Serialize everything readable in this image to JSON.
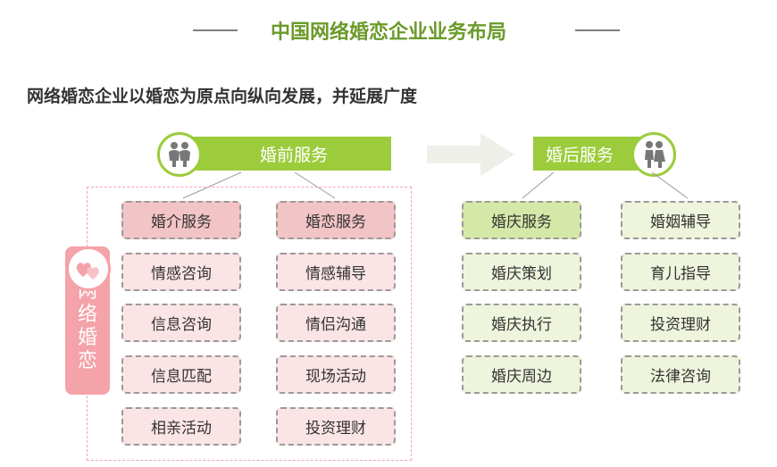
{
  "title": "中国网络婚恋企业业务布局",
  "subtitle": "网络婚恋企业以婚恋为原点向纵向发展，并延展广度",
  "side_label": [
    "网",
    "络",
    "婚",
    "恋"
  ],
  "pre_wedding": {
    "label": "婚前服务",
    "col1": [
      "婚介服务",
      "情感咨询",
      "信息咨询",
      "信息匹配",
      "相亲活动"
    ],
    "col2": [
      "婚恋服务",
      "情感辅导",
      "情侣沟通",
      "现场活动",
      "投资理财"
    ]
  },
  "post_wedding": {
    "label": "婚后服务",
    "col1": [
      "婚庆服务",
      "婚庆策划",
      "婚庆执行",
      "婚庆周边"
    ],
    "col2": [
      "婚姻辅导",
      "育儿指导",
      "投资理财",
      "法律咨询"
    ]
  },
  "icons": {
    "pre": "couple-icon",
    "post": "couple-icon",
    "side": "hearts-icon",
    "arrow": "right-arrow-icon"
  },
  "colors": {
    "accent_green": "#9ccc3c",
    "title_green": "#6a9a2a",
    "pink": "#f4a3a8",
    "pink_box": "#f3c4c6",
    "pink_box_light": "#fbe4e5",
    "green_box": "#d6e8a8",
    "green_box_light": "#eef5dc"
  }
}
